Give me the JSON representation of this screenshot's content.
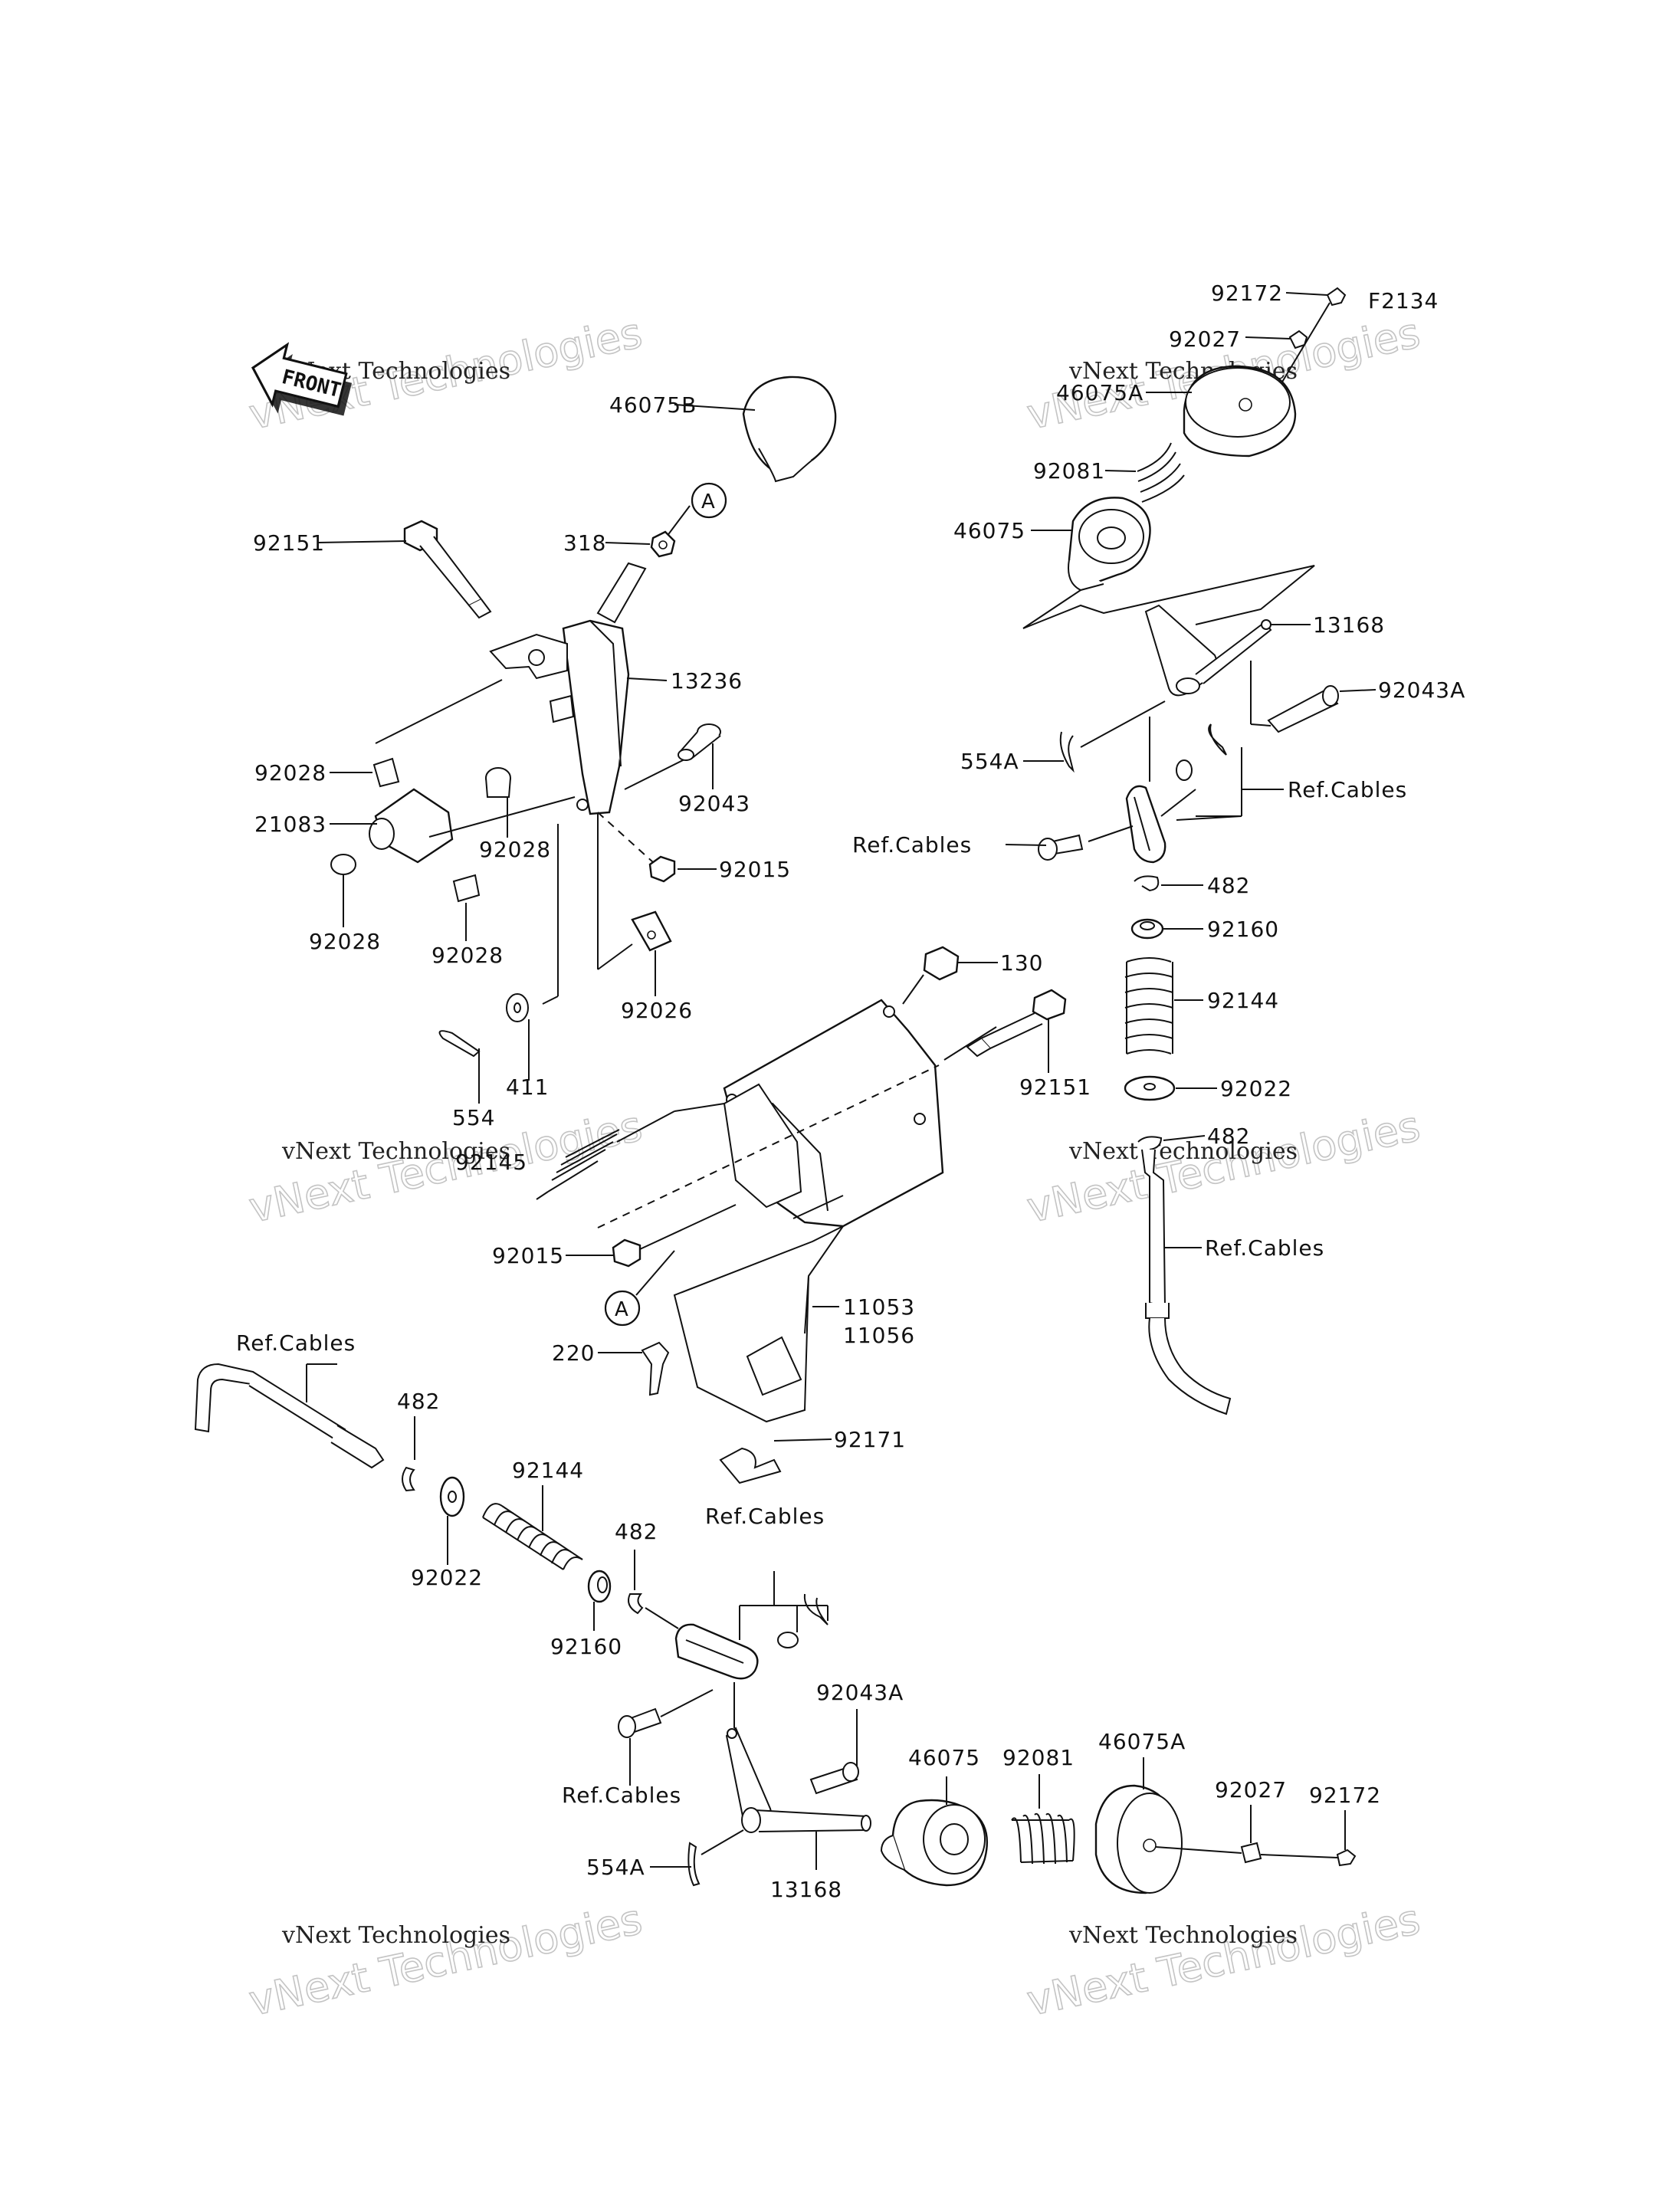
{
  "diagram_code": "F2134",
  "front_label": "FRONT",
  "watermark": {
    "line1": "vNext Technologies",
    "line2": "vNext Technologies"
  },
  "callouts": {
    "A_top": "A",
    "A_bottom": "A"
  },
  "labels": {
    "p92172_top": "92172",
    "p92027_top": "92027",
    "p46075A_top": "46075A",
    "p92081_top": "92081",
    "p46075_top": "46075",
    "p13168_top": "13168",
    "p92043A_top": "92043A",
    "p554A_top": "554A",
    "refcables_right_a": "Ref.Cables",
    "refcables_right_b": "Ref.Cables",
    "p482_right_a": "482",
    "p92160_right": "92160",
    "p92144_right": "92144",
    "p92022_right": "92022",
    "p482_right_b": "482",
    "refcables_right_c": "Ref.Cables",
    "p46075B": "46075B",
    "p318": "318",
    "p92151_left": "92151",
    "p13236": "13236",
    "p92028_a": "92028",
    "p21083": "21083",
    "p92028_b": "92028",
    "p92043": "92043",
    "p92028_c": "92028",
    "p92028_d": "92028",
    "p92015_a": "92015",
    "p92026": "92026",
    "p130": "130",
    "p92151_mid": "92151",
    "p554": "554",
    "p411": "411",
    "p92145": "92145",
    "p92015_b": "92015",
    "p11053": "11053",
    "p11056": "11056",
    "p220": "220",
    "p92171": "92171",
    "refcables_left": "Ref.Cables",
    "p482_left": "482",
    "p92144_bottom": "92144",
    "p92022_bottom": "92022",
    "p92160_bottom": "92160",
    "p482_bottom": "482",
    "refcables_bottom_a": "Ref.Cables",
    "refcables_bottom_b": "Ref.Cables",
    "p92043A_bottom": "92043A",
    "p46075_bottom": "46075",
    "p92081_bottom": "92081",
    "p46075A_bottom": "46075A",
    "p92027_bottom": "92027",
    "p92172_bottom": "92172",
    "p554A_bottom": "554A",
    "p13168_bottom": "13168"
  }
}
